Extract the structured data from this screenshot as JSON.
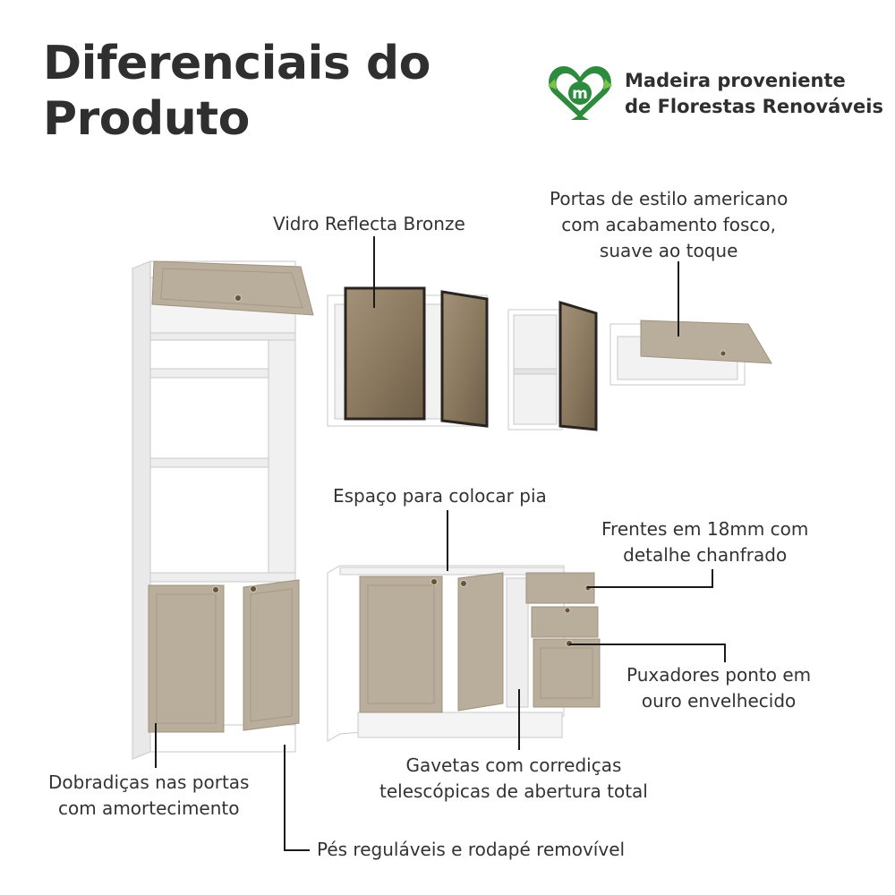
{
  "header": {
    "title_line1": "Diferenciais do",
    "title_line2": "Produto"
  },
  "badge": {
    "icon": "recycle-leaf-icon",
    "logo_letter": "m",
    "line1": "Madeira proveniente",
    "line2": "de Florestas Renováveis"
  },
  "features": {
    "vidro": "Vidro Reflecta Bronze",
    "portas_line1": "Portas de estilo americano",
    "portas_line2": "com acabamento fosco,",
    "portas_line3": "suave ao toque",
    "espaco": "Espaço para colocar pia",
    "frentes_line1": "Frentes em 18mm com",
    "frentes_line2": "detalhe chanfrado",
    "puxadores_line1": "Puxadores ponto em",
    "puxadores_line2": "ouro envelhecido",
    "gavetas_line1": "Gavetas com corrediças",
    "gavetas_line2": "telescópicas de abertura total",
    "dobradicas_line1": "Dobradiças nas portas",
    "dobradicas_line2": "com amortecimento",
    "pes": "Pés reguláveis e rodapé removível"
  },
  "colors": {
    "door_fronts": "#b9ad9b",
    "carcass": "#ffffff",
    "glass_bronze": "#8a7a62",
    "logo_green": "#2e8b3e",
    "text": "#2f2f2f"
  }
}
